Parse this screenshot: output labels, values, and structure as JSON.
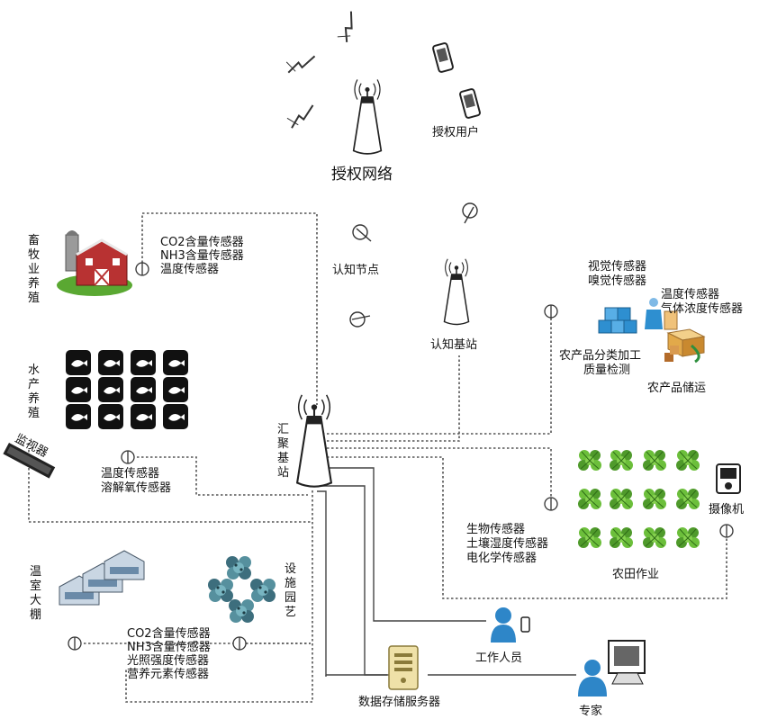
{
  "network": {
    "title": "授权网络",
    "users": "授权用户"
  },
  "nodes": {
    "sensing_node": "认知节点",
    "sensing_station": "认知基站",
    "hub_station": "汇聚基站"
  },
  "livestock": {
    "title": "畜牧业养殖",
    "sensors": [
      "CO2含量传感器",
      "NH3含量传感器",
      "温度传感器"
    ]
  },
  "aquaculture": {
    "title": "水产养殖",
    "monitor": "监视器",
    "sensors": [
      "温度传感器",
      "溶解氧传感器"
    ]
  },
  "greenhouse": {
    "title": "温室大棚",
    "facility": "设施园艺",
    "sensors": [
      "CO2含量传感器",
      "NH3含量传感器",
      "光照强度传感器",
      "营养元素传感器"
    ]
  },
  "processing": {
    "sensors_a": [
      "视觉传感器",
      "嗅觉传感器"
    ],
    "sensors_b": [
      "温度传感器",
      "气体浓度传感器"
    ],
    "label_process": [
      "农产品分类加工",
      "质量检测"
    ],
    "label_transport": "农产品储运"
  },
  "field": {
    "sensors": [
      "生物传感器",
      "土壤湿度传感器",
      "电化学传感器"
    ],
    "title": "农田作业",
    "camera": "摄像机"
  },
  "people": {
    "staff": "工作人员",
    "server": "数据存储服务器",
    "expert": "专家"
  },
  "colors": {
    "line": "#555555",
    "barn_red": "#b83232",
    "leaf_green": "#5aa832",
    "box_blue": "#2e8fd0"
  }
}
